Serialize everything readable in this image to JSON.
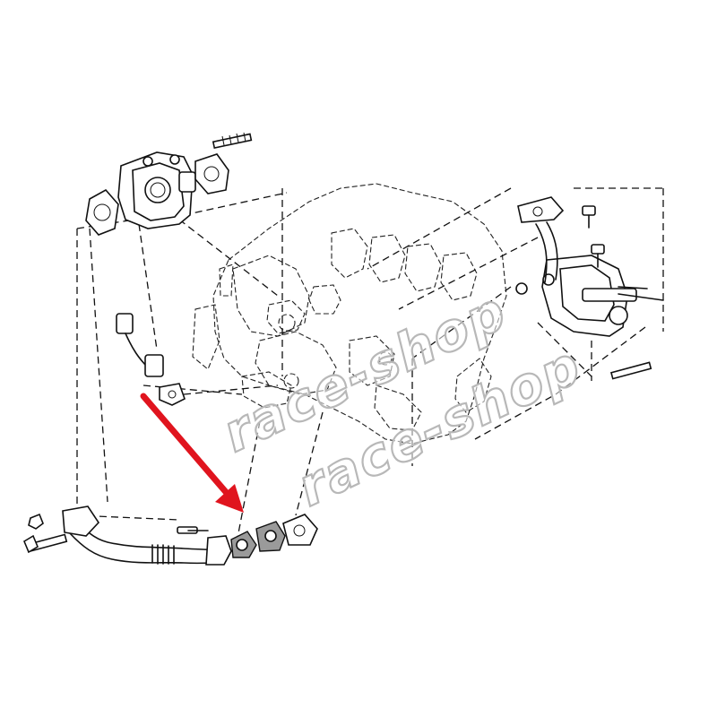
{
  "diagram": {
    "type": "exploded-parts-diagram",
    "watermark": {
      "text_1": "race-shop",
      "text_2": "race-shop"
    },
    "colors": {
      "line": "#111111",
      "background": "#ffffff",
      "arrow": "#e0141e",
      "watermark": "#b8b8b8"
    },
    "highlight": {
      "target": "gasket",
      "icon": "red-arrow"
    }
  }
}
